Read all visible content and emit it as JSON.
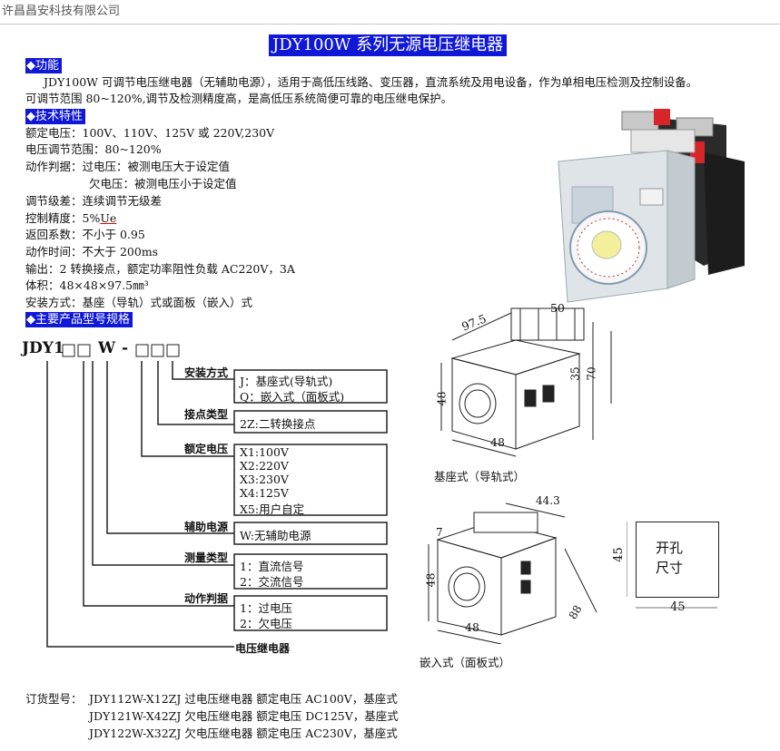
{
  "header": {
    "company": "许昌昌安科技有限公司"
  },
  "title": "JDY100W 系列无源电压继电器",
  "function": {
    "heading": "◆功能",
    "line1": "JDY100W 可调节电压继电器（无辅助电源），适用于高低压线路、变压器，直流系统及用电设备，作为单相电压检测及控制设备。",
    "line2": "可调节范围 80~120%,调节及检测精度高，是高低压系统简便可靠的电压继电保护。"
  },
  "specs": {
    "heading": "◆技术特性",
    "rated_voltage": "额定电压：100V、110V、125V 或 220V,230V",
    "adjust_range": "电压调节范围：80~120%",
    "action_over": "动作判据：过电压：被测电压大于设定值",
    "action_under": "欠电压：被测电压小于设定值",
    "adjust_step": "调节级差：连续调节无级差",
    "precision_label": "控制精度：5%",
    "precision_unit": "Ue",
    "return_coef": "返回系数：不小于 0.95",
    "action_time": "动作时间：不大于 200ms",
    "output": "输出：2 转换接点，额定功率阻性负载 AC220V，3A",
    "volume": "体积：48×48×97.5㎜³",
    "install": "安装方式：基座（导轨）式或面板（嵌入）式"
  },
  "models": {
    "heading": "◆主要产品型号规格",
    "code_prefix": "JDY1",
    "code_mid": "W",
    "code_dash": "-",
    "categories": [
      {
        "label": "安装方式",
        "options": [
          "J：基座式(导轨式)",
          "Q：嵌入式（面板式)"
        ]
      },
      {
        "label": "接点类型",
        "options": [
          "2Z:二转换接点"
        ]
      },
      {
        "label": "额定电压",
        "options": [
          "X1:100V",
          "X2:220V",
          "X3:230V",
          "X4:125V",
          "X5:用户自定"
        ]
      },
      {
        "label": "辅助电源",
        "options": [
          "W:无辅助电源"
        ]
      },
      {
        "label": "测量类型",
        "options": [
          "1：直流信号",
          "2：交流信号"
        ]
      },
      {
        "label": "动作判据",
        "options": [
          "1：过电压",
          "2：欠电压"
        ]
      },
      {
        "label": "电压继电器",
        "options": []
      }
    ]
  },
  "drawings": {
    "base_caption": "基座式（导轨式）",
    "panel_caption": "嵌入式（面板式）",
    "dim_97_5": "97.5",
    "dim_50": "50",
    "dim_48": "48",
    "dim_35": "35",
    "dim_70": "70",
    "dim_44_3": "44.3",
    "dim_7": "7",
    "dim_88": "88",
    "dim_45": "45",
    "cutout_line1": "开孔",
    "cutout_line2": "尺寸"
  },
  "order": {
    "label": "订货型号：",
    "items": [
      "JDY112W-X12ZJ 过电压继电器  额定电压 AC100V，基座式",
      "JDY121W-X42ZJ 欠电压继电器  额定电压 DC125V，基座式",
      "JDY122W-X32ZJ 欠电压继电器  额定电压 AC230V，基座式"
    ]
  },
  "colors": {
    "heading_bg": "#1018d8",
    "heading_fg": "#ffffff",
    "relay_body": "#dfe4e8",
    "terminal_red": "#d8252a"
  }
}
